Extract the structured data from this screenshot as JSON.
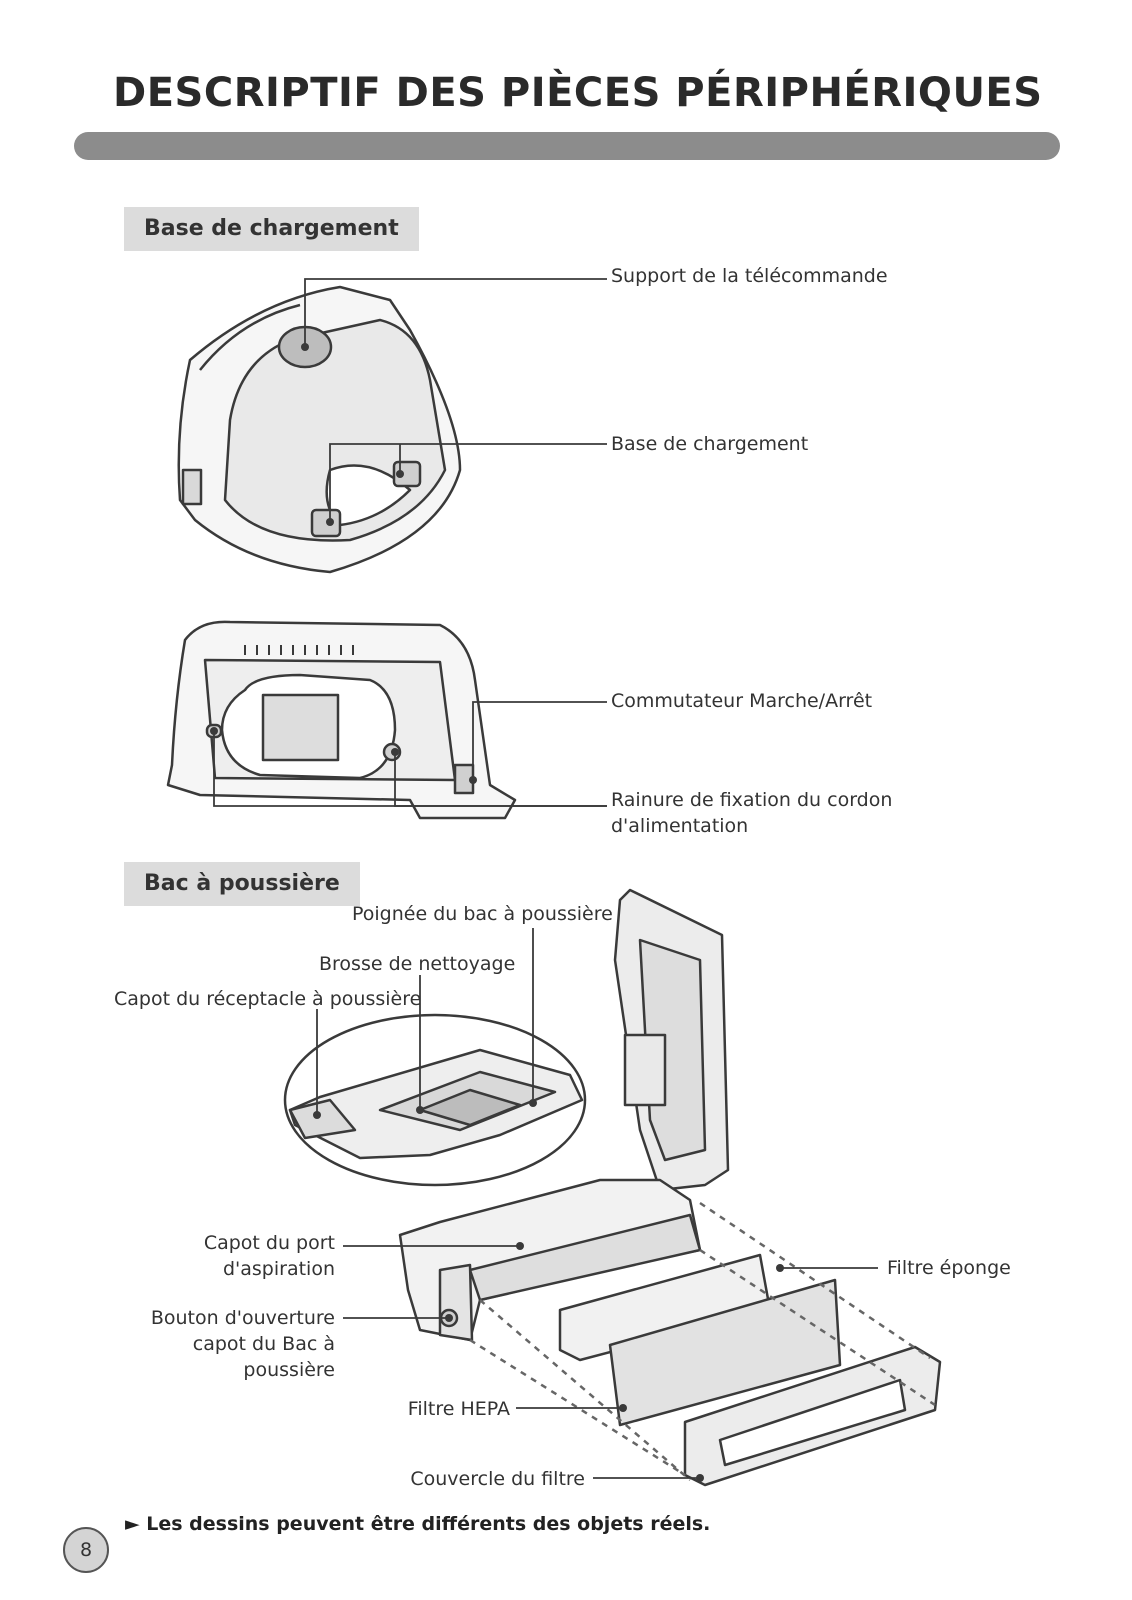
{
  "page": {
    "title": "DESCRIPTIF DES PIÈCES PÉRIPHÉRIQUES",
    "page_number": "8",
    "note": "► Les dessins peuvent être différents des objets réels."
  },
  "section_charging": {
    "heading": "Base de chargement",
    "labels": {
      "remote_holder": "Support de la télécommande",
      "charging_base": "Base de chargement",
      "power_switch": "Commutateur Marche/Arrêt",
      "cord_groove_1": "Rainure de fixation du cordon",
      "cord_groove_2": "d'alimentation"
    }
  },
  "section_dustbin": {
    "heading": "Bac à poussière",
    "labels": {
      "handle": "Poignée du bac à poussière",
      "brush": "Brosse de nettoyage",
      "receptacle_cover": "Capot du réceptacle à poussière",
      "suction_port_1": "Capot du port",
      "suction_port_2": "d'aspiration",
      "open_button_1": "Bouton d'ouverture",
      "open_button_2": "capot du Bac à",
      "open_button_3": "poussière",
      "sponge_filter": "Filtre éponge",
      "hepa_filter": "Filtre HEPA",
      "filter_cover": "Couvercle du filtre"
    }
  },
  "colors": {
    "title_bar": "#8c8c8c",
    "section_tab": "#dcdcdc",
    "line_art": "#3a3a3a"
  }
}
